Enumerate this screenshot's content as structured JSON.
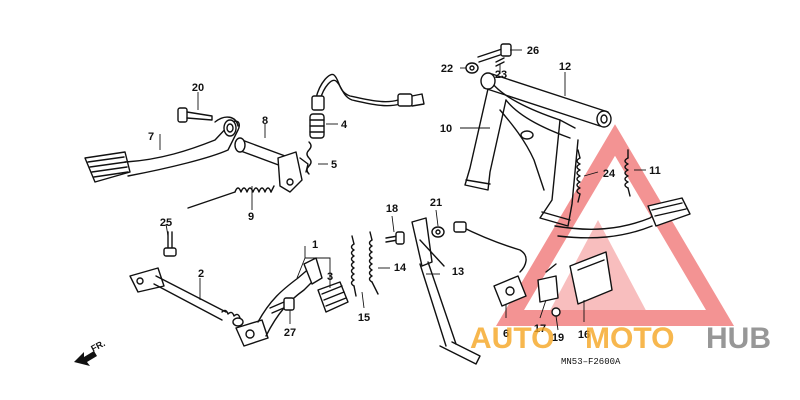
{
  "diagram": {
    "callouts": [
      {
        "id": "c1",
        "label": "1"
      },
      {
        "id": "c2",
        "label": "2"
      },
      {
        "id": "c3",
        "label": "3"
      },
      {
        "id": "c4",
        "label": "4"
      },
      {
        "id": "c5",
        "label": "5"
      },
      {
        "id": "c6",
        "label": "6"
      },
      {
        "id": "c7",
        "label": "7"
      },
      {
        "id": "c8",
        "label": "8"
      },
      {
        "id": "c9",
        "label": "9"
      },
      {
        "id": "c10",
        "label": "10"
      },
      {
        "id": "c11",
        "label": "11"
      },
      {
        "id": "c12",
        "label": "12"
      },
      {
        "id": "c13",
        "label": "13"
      },
      {
        "id": "c14",
        "label": "14"
      },
      {
        "id": "c15",
        "label": "15"
      },
      {
        "id": "c16",
        "label": "16"
      },
      {
        "id": "c17",
        "label": "17"
      },
      {
        "id": "c18",
        "label": "18"
      },
      {
        "id": "c19",
        "label": "19"
      },
      {
        "id": "c20",
        "label": "20"
      },
      {
        "id": "c21",
        "label": "21"
      },
      {
        "id": "c22",
        "label": "22"
      },
      {
        "id": "c23",
        "label": "23"
      },
      {
        "id": "c24",
        "label": "24"
      },
      {
        "id": "c25",
        "label": "25"
      },
      {
        "id": "c26",
        "label": "26"
      },
      {
        "id": "c27",
        "label": "27"
      }
    ],
    "drawing_code": "MN53–F2600A",
    "direction_label": "FR.",
    "watermark": {
      "word1": "AUTO",
      "word2": "MOTO",
      "word3": "HUB",
      "color_primary": "#f6a623",
      "color_secondary": "#8c8c8c",
      "color_logo": "#f07070"
    }
  }
}
